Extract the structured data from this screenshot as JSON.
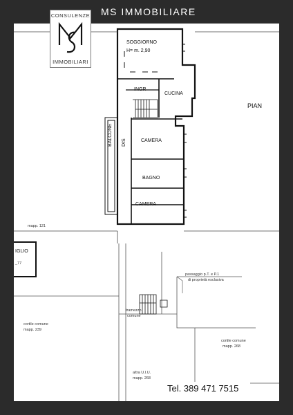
{
  "agency": {
    "name": "MS IMMOBILIARE",
    "logo_top": "CONSULENZE",
    "logo_bottom": "IMMOBILIARI",
    "logo_letters": "MS"
  },
  "plan": {
    "rooms": {
      "soggiorno": "SOGGIORNO",
      "height_note": "H= m. 2,90",
      "ingr": "INGR",
      "cucina": "CUCINA",
      "camera_1": "CAMERA",
      "dis": "DIS",
      "balcone": "BALCONE",
      "bagno": "BAGNO",
      "camera_2": "CAMERA"
    },
    "side_label": "PIAN",
    "cadastral": {
      "mapp_121": "mapp. 121",
      "neighbor_cut": "IGLIO",
      "neighbor_num": "_77",
      "passaggio": "passaggio p.T. e P.1",
      "proprieta": "di proprietà esclusiva",
      "tramezzo": "tramezzo",
      "comune": "comune",
      "cortile_left": "cortile comune",
      "mapp_left": "mapp. 239",
      "cortile_right": "cortile comune",
      "mapp_right": "mapp. 268",
      "altra_uiu": "altra U.I.U.",
      "mapp_bottom": "mapp. 268"
    }
  },
  "contact": {
    "phone": "Tel. 389 471 7515"
  },
  "colors": {
    "frame": "#2b2b2b",
    "text_light": "#ffffff",
    "ink": "#111111"
  }
}
